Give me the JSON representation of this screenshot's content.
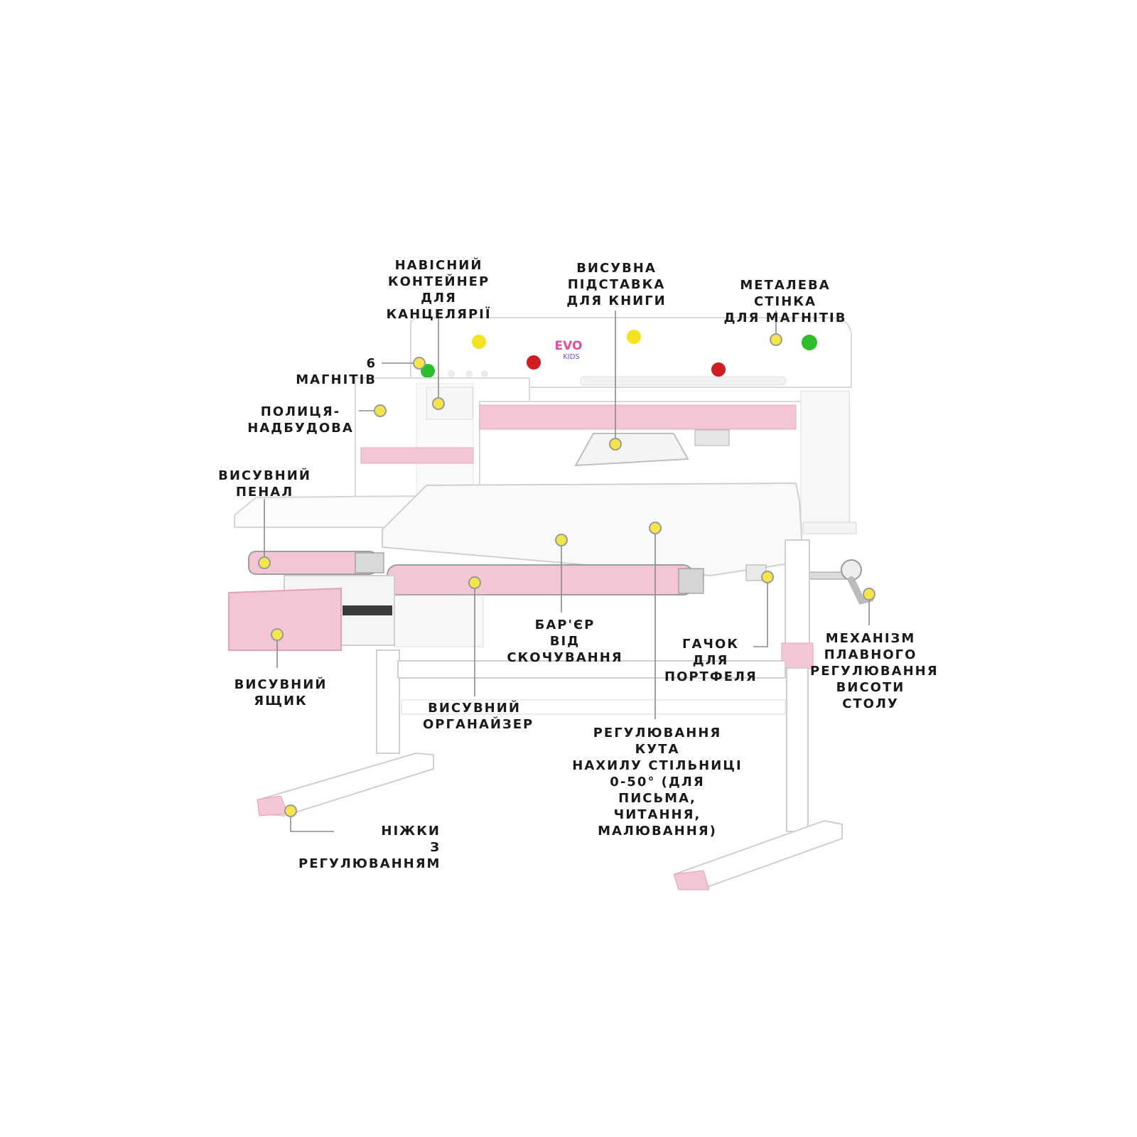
{
  "brand": {
    "logo_top": "EVO",
    "logo_bottom": "KIDS"
  },
  "colors": {
    "pink": "#f3c6d3",
    "pink_dark": "#e9a9bd",
    "marker_fill": "#f4e64a",
    "marker_ring": "#9a9a9a",
    "leader": "#8a8a8a",
    "magnet_yellow": "#f2e21f",
    "magnet_red": "#d21c24",
    "magnet_green": "#2bbd2b"
  },
  "callouts": [
    {
      "id": "hanging-container",
      "text": "НАВІСНИЙ\nКОНТЕЙНЕР\nДЛЯ КАНЦЕЛЯРІЇ"
    },
    {
      "id": "book-stand",
      "text": "ВИСУВНА\nПІДСТАВКА\nДЛЯ КНИГИ"
    },
    {
      "id": "metal-wall",
      "text": "МЕТАЛЕВА СТІНКА\nДЛЯ МАГНІТІВ"
    },
    {
      "id": "magnets",
      "text": "6 МАГНІТІВ"
    },
    {
      "id": "shelf",
      "text": "ПОЛИЦЯ-\nНАДБУДОВА"
    },
    {
      "id": "pencil-case",
      "text": "ВИСУВНИЙ\nПЕНАЛ"
    },
    {
      "id": "drawer",
      "text": "ВИСУВНИЙ ЯЩИК"
    },
    {
      "id": "organizer",
      "text": "ВИСУВНИЙ\nОРГАНАЙЗЕР"
    },
    {
      "id": "barrier",
      "text": "БАР'ЄР\nВІД СКОЧУВАННЯ"
    },
    {
      "id": "hook",
      "text": "ГАЧОК ДЛЯ\nПОРТФЕЛЯ"
    },
    {
      "id": "height-mechanism",
      "text": "МЕХАНІЗМ\nПЛАВНОГО\nРЕГУЛЮВАННЯ\nВИСОТИ\nСТОЛУ"
    },
    {
      "id": "tilt",
      "text": "РЕГУЛЮВАННЯ КУТА\nНАХИЛУ СТІЛЬНИЦІ\n0-50° (ДЛЯ ПИСЬМА,\nЧИТАННЯ, МАЛЮВАННЯ)"
    },
    {
      "id": "legs",
      "text": "НІЖКИ\nЗ РЕГУЛЮВАННЯМ"
    }
  ]
}
